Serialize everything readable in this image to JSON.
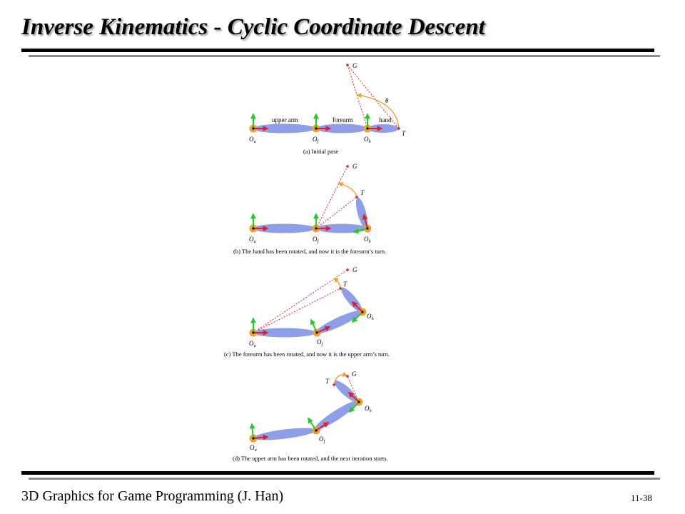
{
  "title": "Inverse Kinematics - Cyclic Coordinate Descent",
  "footer": {
    "course": "3D Graphics for Game Programming (J. Han)",
    "page": "11-38"
  },
  "colors": {
    "bone": "#8f9ee8",
    "joint_ring": "#f0a030",
    "rotation_arc": "#f0a030",
    "x_axis_arrow": "#e0202c",
    "y_axis_arrow": "#22cc22",
    "target_line": "#e0202c"
  },
  "panels": [
    {
      "caption": "(a) Initial pose",
      "labels": {
        "goal": "G",
        "end": "T",
        "angle": "θ",
        "upper": "upper arm",
        "forearm": "forearm",
        "hand": "hand",
        "shoulder": "O",
        "shoulder_sub": "u",
        "elbow": "O",
        "elbow_sub": "f",
        "wrist": "O",
        "wrist_sub": "h"
      }
    },
    {
      "caption": "(b) The hand has been rotated, and now it is the forearm’s turn.",
      "labels": {
        "goal": "G",
        "end": "T",
        "shoulder": "O",
        "shoulder_sub": "u",
        "elbow": "O",
        "elbow_sub": "f",
        "wrist": "O",
        "wrist_sub": "h"
      }
    },
    {
      "caption": "(c) The forearm has been rotated, and now it is the upper arm’s turn.",
      "labels": {
        "goal": "G",
        "end": "T",
        "shoulder": "O",
        "shoulder_sub": "u",
        "elbow": "O",
        "elbow_sub": "f",
        "wrist": "O",
        "wrist_sub": "h"
      }
    },
    {
      "caption": "(d) The upper arm has been rotated, and the next iteration starts.",
      "labels": {
        "goal": "G",
        "end": "T",
        "shoulder": "O",
        "shoulder_sub": "u",
        "elbow": "O",
        "elbow_sub": "f",
        "wrist": "O",
        "wrist_sub": "h"
      }
    }
  ]
}
